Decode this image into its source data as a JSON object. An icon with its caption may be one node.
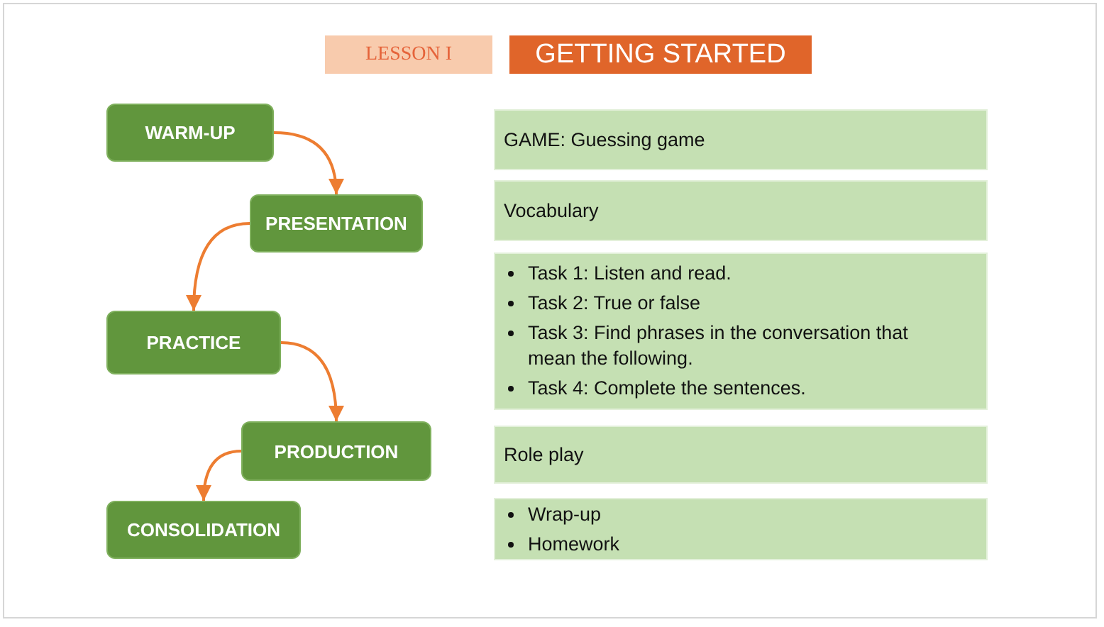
{
  "diagram": {
    "nodes": [
      {
        "text": [
          "LESSON I"
        ]
      },
      {
        "text": [
          "GETTING STARTED"
        ]
      },
      {
        "text": [
          "WARM-UP"
        ]
      },
      {
        "text": [
          "PRESENTATION"
        ]
      },
      {
        "text": [
          "PRACTICE"
        ]
      },
      {
        "text": [
          "PRODUCTION"
        ]
      },
      {
        "text": [
          "CONSOLIDATION"
        ]
      },
      {
        "text": [
          "GAME: Guessing game"
        ]
      },
      {
        "text": [
          "Vocabulary"
        ]
      },
      {
        "text": [
          "Task 1: Listen and read.",
          "Task 2: True or false",
          "Task 3: Find phrases in the conversation that mean the following.",
          "Task 4: Complete the sentences."
        ]
      },
      {
        "text": [
          "Role play"
        ]
      },
      {
        "text": [
          "Wrap-up",
          "Homework"
        ]
      }
    ],
    "edges": [
      {
        "from": 2,
        "to": 3,
        "arrow": "to"
      },
      {
        "from": 3,
        "to": 4,
        "arrow": "to"
      },
      {
        "from": 4,
        "to": 5,
        "arrow": "to"
      },
      {
        "from": 5,
        "to": 6,
        "arrow": "to"
      }
    ]
  }
}
